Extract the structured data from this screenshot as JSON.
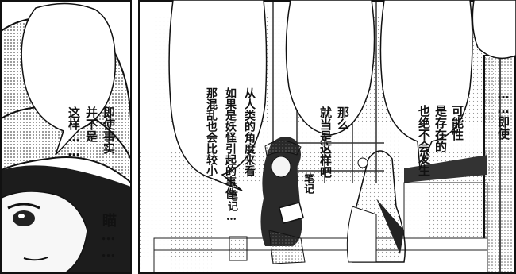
{
  "left_panel": {
    "speech": [
      "即使事实",
      "并不是",
      "这样……"
    ],
    "sfx_stare": "瞄……"
  },
  "right_panel": {
    "bubble_far_right": [
      "……即使"
    ],
    "bubble_possible": [
      "可能性",
      "是存在的",
      "也绝不会发生"
    ],
    "bubble_then": [
      "那么",
      "就当是这样吧"
    ],
    "bubble_human": [
      "从人类的角度来看",
      "如果是妖怪引起的事件",
      "那混乱也会比较小"
    ],
    "sfx_note_1": "笔记",
    "sfx_note_2": "笔记…"
  }
}
